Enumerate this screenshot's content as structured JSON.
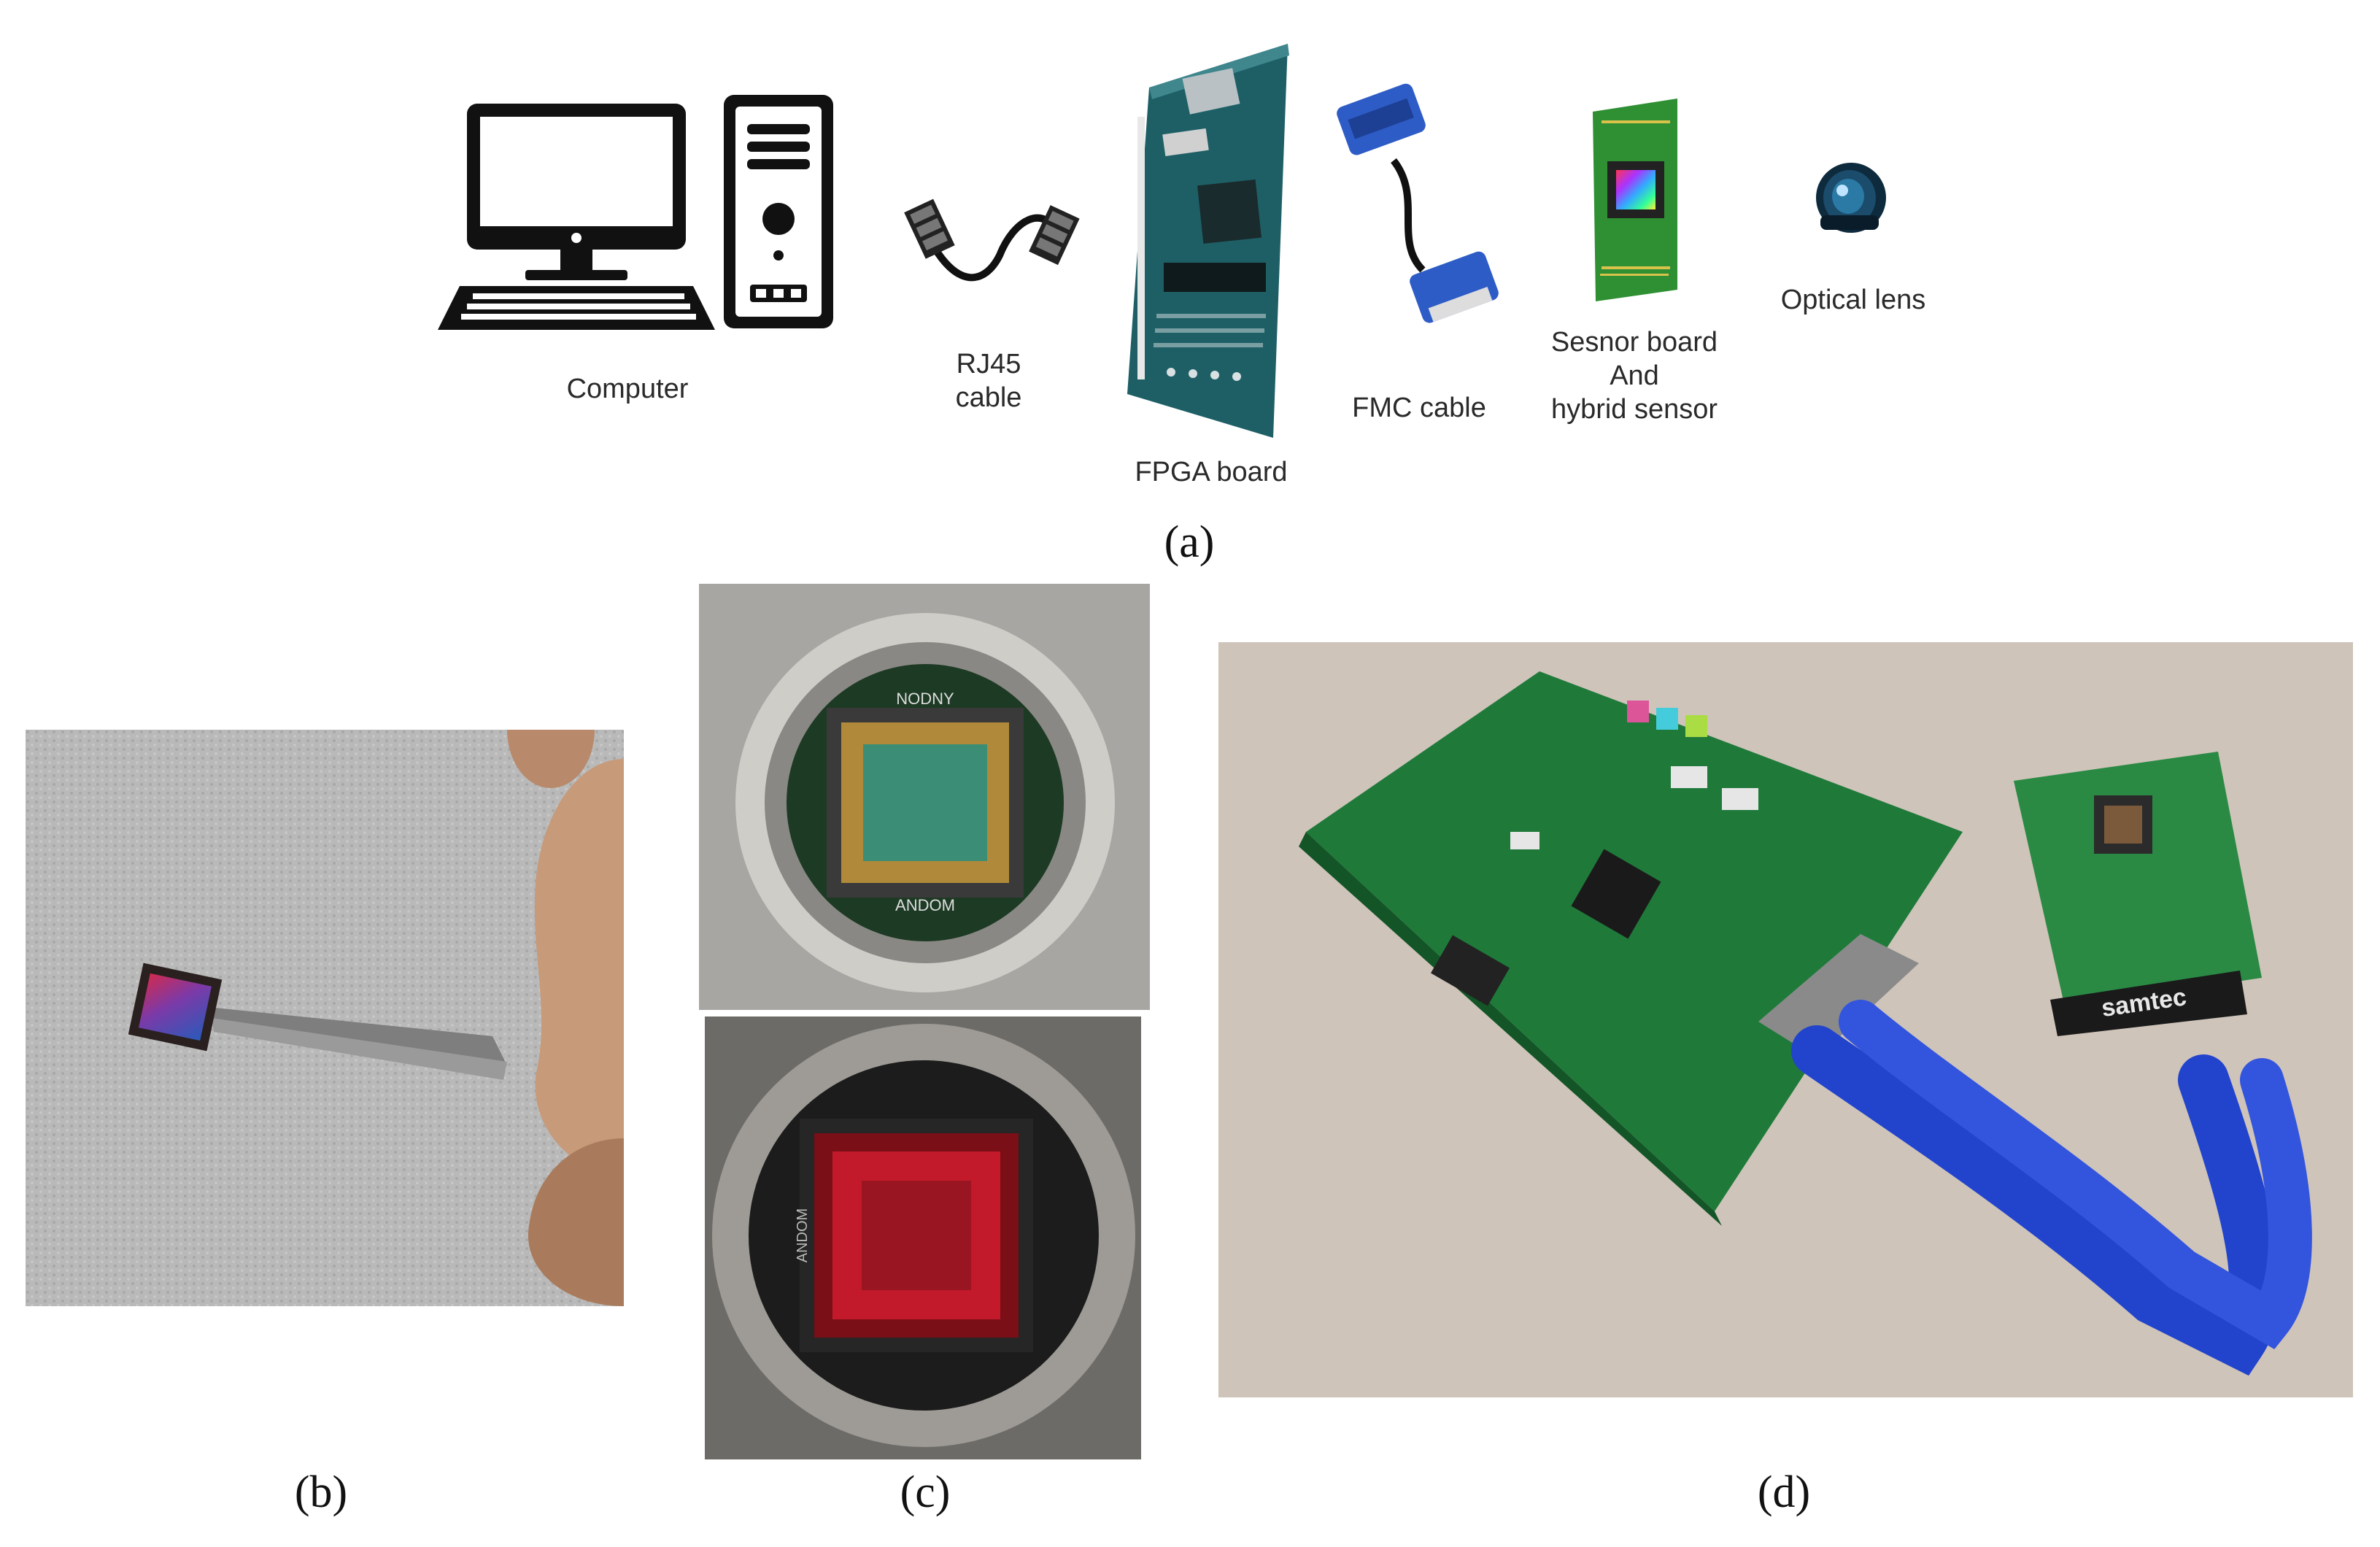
{
  "panel_a": {
    "tag": "(a)",
    "components": {
      "computer": {
        "label": "Computer",
        "icon": "computer-icon"
      },
      "rj45": {
        "line1": "RJ45",
        "line2": "cable",
        "icon": "ethernet-cable-icon"
      },
      "fpga": {
        "label": "FPGA board",
        "icon": "fpga-board-icon"
      },
      "fmc": {
        "label": "FMC cable",
        "icon": "fmc-cable-icon"
      },
      "sensor": {
        "line1": "Sesnor board",
        "line2": "And",
        "line3": "hybrid sensor",
        "icon": "sensor-board-icon"
      },
      "lens": {
        "label": "Optical lens",
        "icon": "optical-lens-icon"
      }
    }
  },
  "panel_b": {
    "tag": "(b)"
  },
  "panel_c": {
    "tag": "(c)",
    "top_chip_text": "ANDOM",
    "top_chip_text_mirrored": "NODNY",
    "bottom_chip_text": "ANDOM"
  },
  "panel_d": {
    "tag": "(d)",
    "connector_brand": "samtec"
  },
  "colors": {
    "pcb_green": "#1f7a3a",
    "cable_blue": "#2244cc",
    "background": "#ffffff",
    "label_text": "#2a2a2a"
  }
}
